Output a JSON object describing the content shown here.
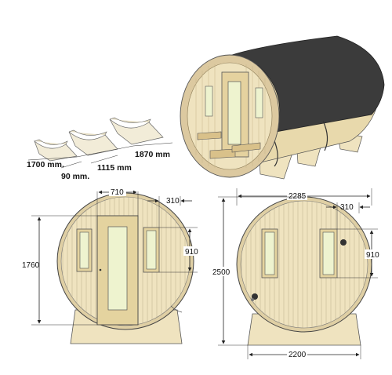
{
  "cradles": {
    "length_label": "1870 mm",
    "width_label": "1700 mm.",
    "thickness_label": "90 mm.",
    "spacing_label": "1115 mm"
  },
  "front_view": {
    "door_width": "710",
    "window_offset": "310",
    "height": "1760",
    "window_height": "910"
  },
  "rear_view": {
    "top_width": "2285",
    "window_offset": "310",
    "height": "2500",
    "window_height": "910",
    "base_width": "2200"
  },
  "colors": {
    "wood": "#efe3bf",
    "wood_dark": "#c9b58a",
    "roof": "#3b3b3b",
    "window": "#eef3cf",
    "line": "#222222"
  }
}
